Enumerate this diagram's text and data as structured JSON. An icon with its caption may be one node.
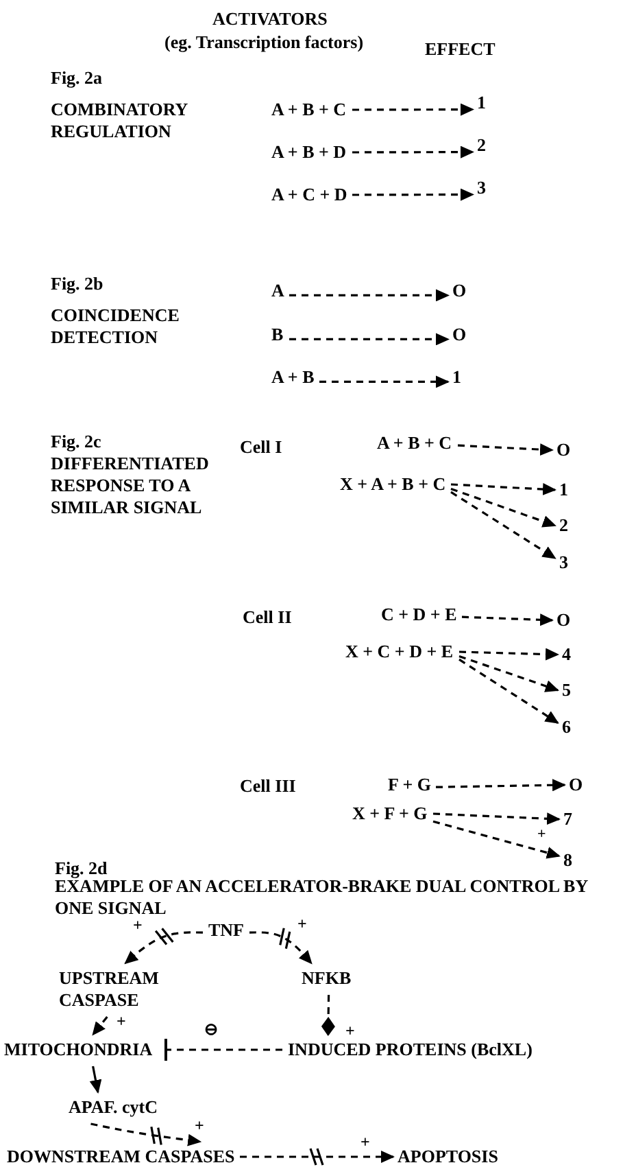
{
  "diagram": {
    "nodes": [
      {
        "text": [
          "A + B + C"
        ]
      },
      {
        "text": [
          "1"
        ]
      },
      {
        "text": [
          "A + B + D"
        ]
      },
      {
        "text": [
          "2"
        ]
      },
      {
        "text": [
          "A + C + D"
        ]
      },
      {
        "text": [
          "3"
        ]
      },
      {
        "text": [
          "A"
        ]
      },
      {
        "text": [
          "O"
        ]
      },
      {
        "text": [
          "B"
        ]
      },
      {
        "text": [
          "O"
        ]
      },
      {
        "text": [
          "A + B"
        ]
      },
      {
        "text": [
          "1"
        ]
      },
      {
        "text": [
          "A + B + C"
        ]
      },
      {
        "text": [
          "O"
        ]
      },
      {
        "text": [
          "X + A + B + C"
        ]
      },
      {
        "text": [
          "1"
        ]
      },
      {
        "text": [
          "2"
        ]
      },
      {
        "text": [
          "3"
        ]
      },
      {
        "text": [
          "C + D + E"
        ]
      },
      {
        "text": [
          "O"
        ]
      },
      {
        "text": [
          "X + C + D + E"
        ]
      },
      {
        "text": [
          "4"
        ]
      },
      {
        "text": [
          "5"
        ]
      },
      {
        "text": [
          "6"
        ]
      },
      {
        "text": [
          "F + G"
        ]
      },
      {
        "text": [
          "O"
        ]
      },
      {
        "text": [
          "X + F + G"
        ]
      },
      {
        "text": [
          "7"
        ]
      },
      {
        "text": [
          "8"
        ]
      },
      {
        "text": [
          "TNF"
        ]
      },
      {
        "text": [
          "UPSTREAM CASPASE"
        ]
      },
      {
        "text": [
          "NFKB"
        ]
      },
      {
        "text": [
          "MITOCHONDRIA"
        ]
      },
      {
        "text": [
          "INDUCED PROTEINS (BclXL)"
        ]
      },
      {
        "text": [
          "APAF. cytC"
        ]
      },
      {
        "text": [
          "DOWNSTREAM CASPASES"
        ]
      },
      {
        "text": [
          "APOPTOSIS"
        ]
      }
    ],
    "edges": [
      {
        "from": 0,
        "to": 1,
        "arrow": "to",
        "style": "dashed"
      },
      {
        "from": 2,
        "to": 3,
        "arrow": "to",
        "style": "dashed"
      },
      {
        "from": 4,
        "to": 5,
        "arrow": "to",
        "style": "dashed"
      },
      {
        "from": 6,
        "to": 7,
        "arrow": "to",
        "style": "dashed"
      },
      {
        "from": 8,
        "to": 9,
        "arrow": "to",
        "style": "dashed"
      },
      {
        "from": 10,
        "to": 11,
        "arrow": "to",
        "style": "dashed"
      },
      {
        "from": 12,
        "to": 13,
        "arrow": "to",
        "style": "dashed"
      },
      {
        "from": 14,
        "to": 15,
        "arrow": "to",
        "style": "dashed"
      },
      {
        "from": 14,
        "to": 16,
        "arrow": "to",
        "style": "dashed"
      },
      {
        "from": 14,
        "to": 17,
        "arrow": "to",
        "style": "dashed"
      },
      {
        "from": 18,
        "to": 19,
        "arrow": "to",
        "style": "dashed"
      },
      {
        "from": 20,
        "to": 21,
        "arrow": "to",
        "style": "dashed"
      },
      {
        "from": 20,
        "to": 22,
        "arrow": "to",
        "style": "dashed"
      },
      {
        "from": 20,
        "to": 23,
        "arrow": "to",
        "style": "dashed"
      },
      {
        "from": 24,
        "to": 25,
        "arrow": "to",
        "style": "dashed"
      },
      {
        "from": 26,
        "to": 27,
        "arrow": "to",
        "style": "dashed"
      },
      {
        "from": 26,
        "to": 28,
        "arrow": "to",
        "style": "dashed"
      },
      {
        "from": 29,
        "to": 30,
        "arrow": "to",
        "style": "dashed",
        "label": "+"
      },
      {
        "from": 29,
        "to": 31,
        "arrow": "to",
        "style": "dashed",
        "label": "+"
      },
      {
        "from": 30,
        "to": 32,
        "arrow": "to",
        "style": "dashed",
        "label": "+"
      },
      {
        "from": 31,
        "to": 33,
        "arrow": "other",
        "style": "dashed",
        "label": "+"
      },
      {
        "from": 33,
        "to": 32,
        "arrow": "other",
        "style": "dashed",
        "label": "⊖"
      },
      {
        "from": 32,
        "to": 34,
        "arrow": "to"
      },
      {
        "from": 34,
        "to": 35,
        "arrow": "to",
        "style": "dashed",
        "label": "+"
      },
      {
        "from": 35,
        "to": 36,
        "arrow": "to",
        "style": "dashed",
        "label": "+"
      }
    ],
    "labels": [
      "ACTIVATORS",
      "(eg. Transcription factors)",
      "EFFECT",
      "Fig. 2a",
      "COMBINATORY REGULATION",
      "Fig. 2b",
      "COINCIDENCE DETECTION",
      "Fig. 2c",
      "DIFFERENTIATED RESPONSE TO A SIMILAR SIGNAL",
      "Cell I",
      "Cell II",
      "Cell III",
      "+",
      "Fig. 2d",
      "EXAMPLE OF AN ACCELERATOR-BRAKE DUAL CONTROL BY ONE SIGNAL"
    ]
  }
}
